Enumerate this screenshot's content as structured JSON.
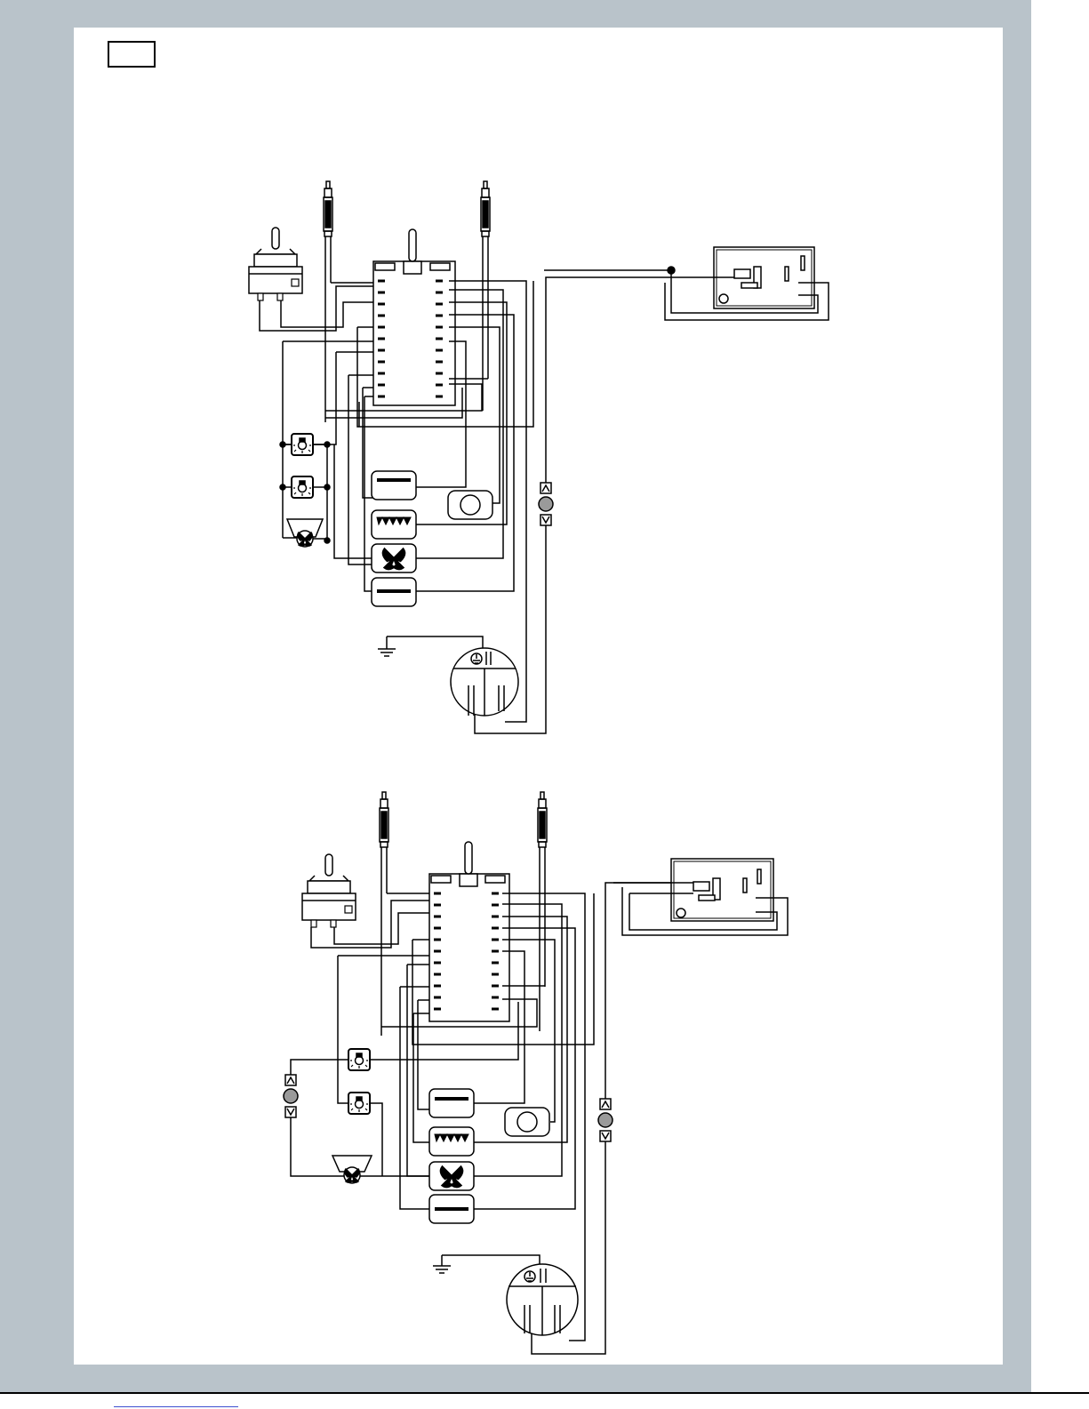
{
  "page": {
    "label": "",
    "frame_color": "#b9c3ca"
  },
  "diagrams": [
    {
      "name": "wiring-diagram-top",
      "components": [
        "thermostat",
        "temperature-probe",
        "temperature-probe",
        "selector-switch",
        "control-board",
        "lamp",
        "lamp",
        "cooling-fan",
        "upper-heating-element",
        "circular-heating-element",
        "grill-element",
        "convection-fan",
        "lower-heating-element",
        "door-switch",
        "terminal-block",
        "earth-ground"
      ]
    },
    {
      "name": "wiring-diagram-bottom",
      "components": [
        "thermostat",
        "temperature-probe",
        "temperature-probe",
        "selector-switch",
        "control-board",
        "lamp",
        "lamp",
        "cooling-fan",
        "upper-heating-element",
        "circular-heating-element",
        "grill-element",
        "convection-fan",
        "lower-heating-element",
        "door-switch",
        "door-switch",
        "terminal-block",
        "earth-ground"
      ]
    }
  ],
  "colors": {
    "line": "#000000",
    "switch-indicator": "#9a9a9a"
  }
}
